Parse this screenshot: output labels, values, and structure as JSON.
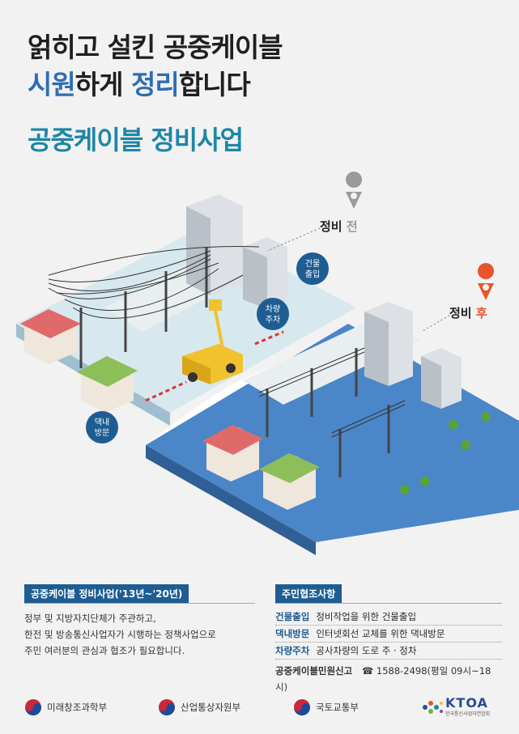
{
  "headline": {
    "line1": "얽히고 설킨 공중케이블",
    "line2_part1": "시원",
    "line2_part2": "하게 ",
    "line2_part3": "정리",
    "line2_part4": "합니다"
  },
  "subtitle": "공중케이블 정비사업",
  "scene": {
    "before_label_a": "정비 ",
    "before_label_b": "전",
    "after_label_a": "정비 ",
    "after_label_b": "후",
    "bubble_building": [
      "건물",
      "출입"
    ],
    "bubble_vehicle": [
      "차량",
      "주차"
    ],
    "bubble_home": [
      "댁내",
      "방문"
    ]
  },
  "info_left": {
    "tag": "공중케이블 정비사업('13년~'20년)",
    "lines": [
      "정부 및 지방자치단체가 주관하고,",
      "한전 및 방송통신사업자가 시행하는 정책사업으로",
      "주민 여러분의 관심과 협조가 필요합니다."
    ]
  },
  "info_right": {
    "tag": "주민협조사항",
    "rows": [
      {
        "key": "건물출입",
        "value": "정비작업을 위한 건물출입"
      },
      {
        "key": "댁내방문",
        "value": "인터넷회선 교체를 위한 댁내방문"
      },
      {
        "key": "차량주차",
        "value": "공사차량의 도로 주 · 정차"
      }
    ],
    "complaint_label": "공중케이블민원신고",
    "complaint_phone": "1588-2498(평일 09시~18시)"
  },
  "footer": {
    "orgs": [
      "미래창조과학부",
      "산업통상자원부",
      "국토교통부"
    ],
    "ktoa": "KTOA",
    "ktoa_sub": "한국통신사업자연합회"
  },
  "colors": {
    "accent_blue": "#2e6db3",
    "teal": "#1d86a7",
    "navy": "#1d5d92",
    "pin_gray": "#9a9a9a",
    "pin_orange": "#e8542c"
  }
}
